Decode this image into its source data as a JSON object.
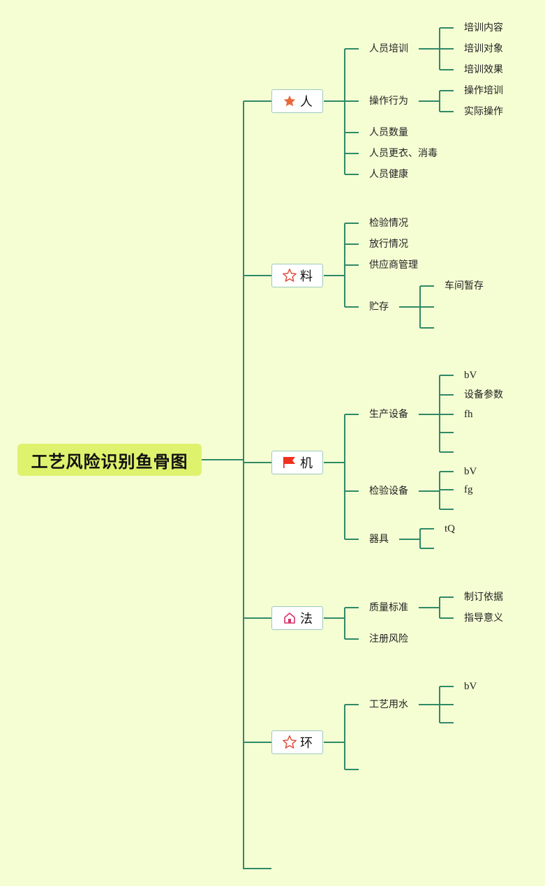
{
  "title": "工艺风险识别鱼骨图",
  "colors": {
    "background": "#f5fdd3",
    "line": "#2e8a66",
    "root_fill": "#dff26e",
    "box_border": "#9cc9bd"
  },
  "categories": [
    {
      "label": "人",
      "icon": "star-filled-icon",
      "children": [
        {
          "label": "人员培训",
          "children": [
            "培训内容",
            "培训对象",
            "培训效果"
          ]
        },
        {
          "label": "操作行为",
          "children": [
            "操作培训",
            "实际操作"
          ]
        },
        {
          "label": "人员数量",
          "children": []
        },
        {
          "label": "人员更衣、消毒",
          "children": []
        },
        {
          "label": "人员健康",
          "children": []
        }
      ]
    },
    {
      "label": "料",
      "icon": "star-outline-icon",
      "children": [
        {
          "label": "检验情况",
          "children": []
        },
        {
          "label": "放行情况",
          "children": []
        },
        {
          "label": "供应商管理",
          "children": []
        },
        {
          "label": "贮存",
          "children": [
            "车间暂存",
            "",
            ""
          ]
        }
      ]
    },
    {
      "label": "机",
      "icon": "flag-icon",
      "children": [
        {
          "label": "生产设备",
          "children": [
            "bV",
            "设备参数",
            "fh",
            "",
            ""
          ]
        },
        {
          "label": "检验设备",
          "children": [
            "bV",
            "fg",
            ""
          ]
        },
        {
          "label": "器具",
          "children": [
            "tQ",
            ""
          ]
        }
      ]
    },
    {
      "label": "法",
      "icon": "house-icon",
      "children": [
        {
          "label": "质量标准",
          "children": [
            "制订依据",
            "指导意义"
          ]
        },
        {
          "label": "注册风险",
          "children": []
        }
      ]
    },
    {
      "label": "环",
      "icon": "star-outline-icon",
      "children": [
        {
          "label": "工艺用水",
          "children": [
            "bV",
            "",
            ""
          ]
        },
        {
          "label": "",
          "children": []
        }
      ]
    }
  ]
}
